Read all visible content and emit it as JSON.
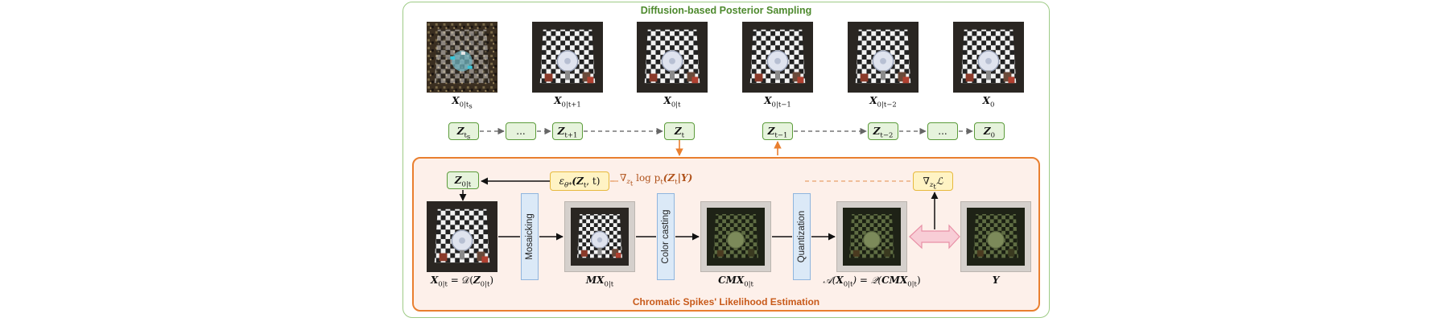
{
  "titles": {
    "outer": "Diffusion-based Posterior Sampling",
    "inner": "Chromatic Spikes' Likelihood Estimation"
  },
  "top_row_labels": [
    {
      "main": "X",
      "sub": "0|t",
      "sub_extra": "s"
    },
    {
      "main": "X",
      "sub": "0|t+1"
    },
    {
      "main": "X",
      "sub": "0|t"
    },
    {
      "main": "X",
      "sub": "0|t−1"
    },
    {
      "main": "X",
      "sub": "0|t−2"
    },
    {
      "main": "X",
      "sub": "0"
    }
  ],
  "latents": [
    {
      "main": "Z",
      "sub": "t",
      "sub_extra": "s"
    },
    {
      "main": "...",
      "sub": ""
    },
    {
      "main": "Z",
      "sub": "t+1"
    },
    {
      "main": "Z",
      "sub": "t"
    },
    {
      "main": "Z",
      "sub": "t−1"
    },
    {
      "main": "Z",
      "sub": "t−2"
    },
    {
      "main": "...",
      "sub": ""
    },
    {
      "main": "Z",
      "sub": "0"
    }
  ],
  "inner": {
    "z0t": {
      "main": "Z",
      "sub": "0|t"
    },
    "eps": {
      "prefix": "ε",
      "sub": "θ*",
      "args": "(Z",
      "args_sub": "t",
      "args_tail": ", t)"
    },
    "grad_box": {
      "prefix": "∇",
      "sub": "z",
      "sub2": "t",
      "tail": "ℒ"
    },
    "grad_text": {
      "prefix": "∇",
      "sub": "z",
      "sub2": "t",
      "mid": " log p",
      "mid_sub": "t",
      "args": "(Z",
      "args_sub": "t",
      "tail": "|Y)"
    },
    "operators": [
      "Mosaicking",
      "Color casting",
      "Quantization"
    ],
    "loss": "ℒ"
  },
  "bottom_labels": {
    "decoded": {
      "left": "X",
      "left_sub": "0|t",
      "eq": " = 𝒟(",
      "right": "Z",
      "right_sub": "0|t",
      "tail": ")"
    },
    "mosaic": {
      "prefix": "MX",
      "sub": "0|t"
    },
    "cast": {
      "prefix": "CMX",
      "sub": "0|t"
    },
    "quant": {
      "a": "𝒜(",
      "x": "X",
      "x_sub": "0|t",
      "eq": ") = 𝒬(",
      "y": "CMX",
      "y_sub": "0|t",
      "tail": ")"
    },
    "meas": "Y"
  },
  "colors": {
    "green_border": "#9ecb86",
    "orange_border": "#e97f2f",
    "orange_bg": "#fdf0ea",
    "latent_fill": "#e6f3dc",
    "latent_border": "#5c9c3b",
    "yellow_fill": "#fff3c4",
    "op_fill": "#dbe9f7",
    "loss_arrow": "#f4b6c2"
  }
}
